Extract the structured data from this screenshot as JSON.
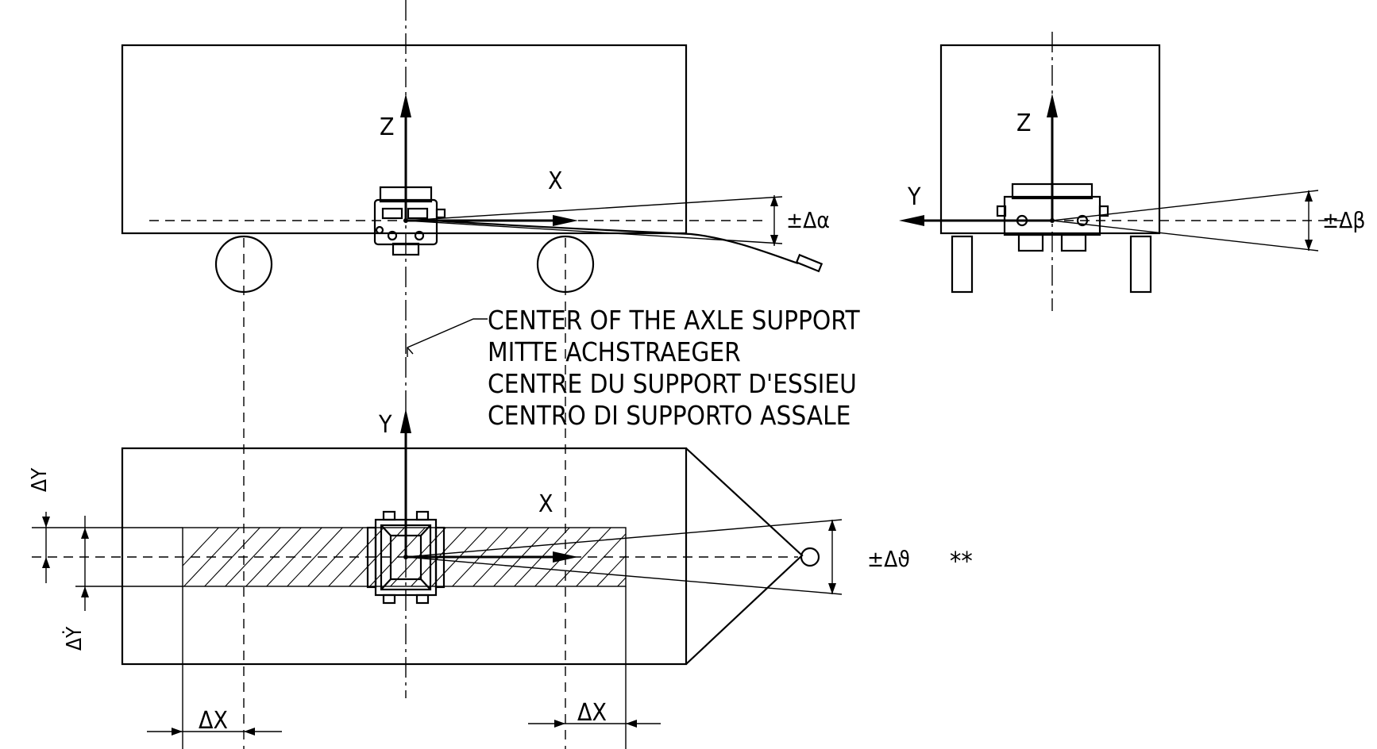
{
  "labels": {
    "side_view": {
      "z_axis": "Z",
      "x_axis": "X",
      "angle": "±Δα"
    },
    "end_view": {
      "z_axis": "Z",
      "y_axis": "Y",
      "angle": "±Δβ"
    },
    "top_view": {
      "y_axis": "Y",
      "x_axis": "X",
      "angle": "±Δϑ",
      "note_marker": "**",
      "delta_y": "ΔY",
      "delta_y_dot": "ΔẎ",
      "delta_x_left": "ΔX",
      "delta_x_right": "ΔX"
    }
  },
  "callout": {
    "lines": [
      "CENTER OF THE AXLE SUPPORT",
      "MITTE ACHSTRAEGER",
      "CENTRE DU SUPPORT D'ESSIEU",
      "CENTRO DI SUPPORTO ASSALE"
    ]
  }
}
